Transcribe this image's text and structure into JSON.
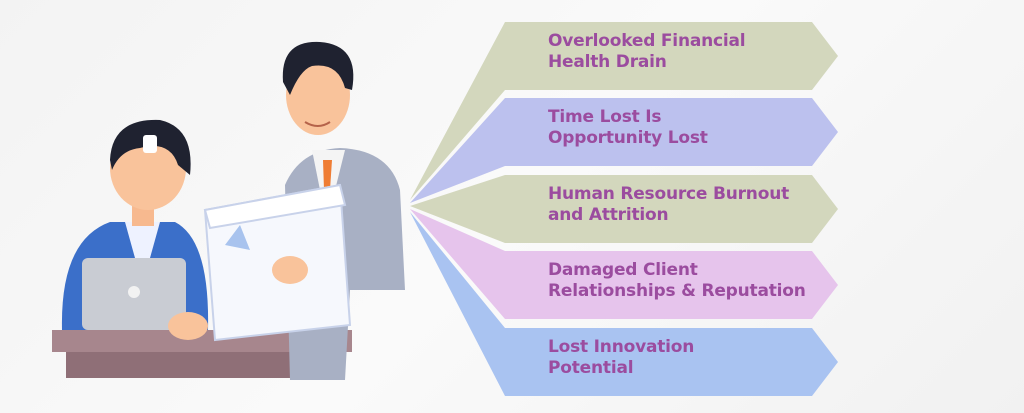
{
  "items": [
    {
      "line1": "Overlooked Financial",
      "line2": "Health Drain",
      "color": "#d3d7bd"
    },
    {
      "line1": "Time Lost Is",
      "line2": "Opportunity Lost",
      "color": "#bcc1ee"
    },
    {
      "line1": "Human Resource Burnout",
      "line2": "and Attrition",
      "color": "#d3d7bd"
    },
    {
      "line1": "Damaged Client",
      "line2": "Relationships & Reputation",
      "color": "#e6c4ec"
    },
    {
      "line1": "Lost Innovation",
      "line2": "Potential",
      "color": "#a9c3f1"
    }
  ],
  "text_color": "#9b4c9f"
}
